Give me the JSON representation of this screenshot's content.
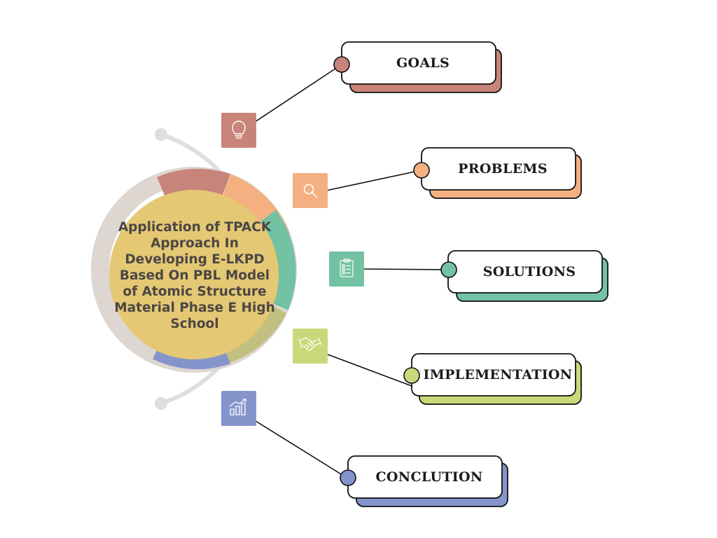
{
  "center": {
    "title": "Application of TPACK Approach In Developing E-LKPD Based On PBL Model of Atomic Structure Material Phase E High School"
  },
  "stages": [
    {
      "label": "GOALS",
      "icon": "lightbulb-icon",
      "color": "#c8847a"
    },
    {
      "label": "PROBLEMS",
      "icon": "search-icon",
      "color": "#f4b081"
    },
    {
      "label": "SOLUTIONS",
      "icon": "checklist-icon",
      "color": "#72c2a3"
    },
    {
      "label": "IMPLEMENTATION",
      "icon": "handshake-icon",
      "color": "#c8d97a"
    },
    {
      "label": "CONCLUTION",
      "icon": "bar-chart-icon",
      "color": "#8595cc"
    }
  ],
  "colors": {
    "ring_base": "#ded6d0",
    "center_fill": "#e5c873",
    "arc": "#dedede",
    "line": "#111111"
  }
}
